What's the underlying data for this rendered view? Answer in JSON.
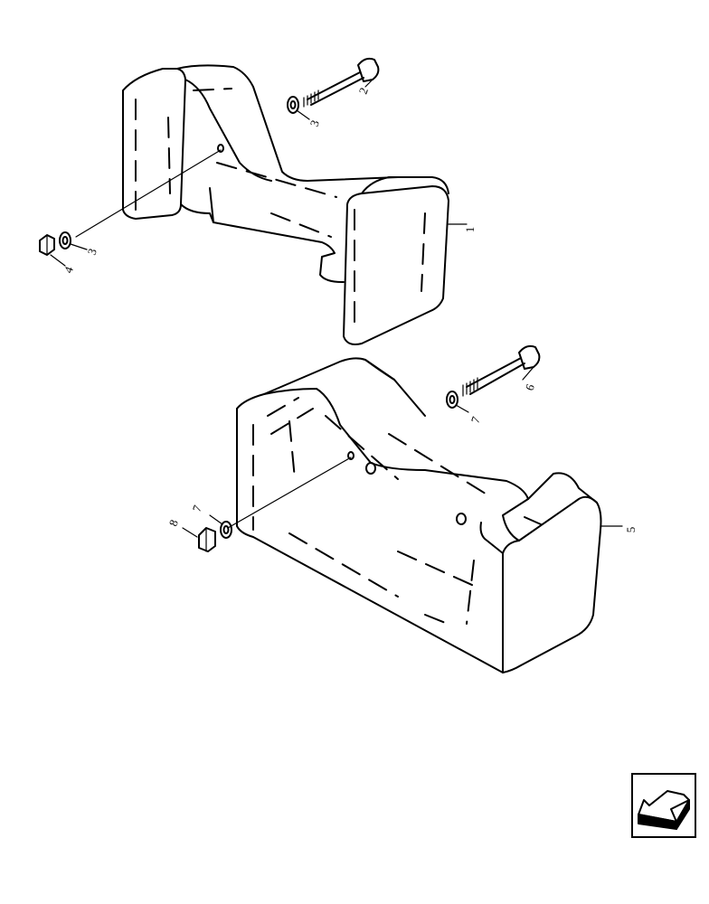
{
  "callouts": {
    "c1": "1",
    "c2": "2",
    "c3a": "3",
    "c3b": "3",
    "c4": "4",
    "c5": "5",
    "c6": "6",
    "c7a": "7",
    "c7b": "7",
    "c8": "8"
  },
  "nav": {
    "icon": "next-page-arrow-icon"
  }
}
